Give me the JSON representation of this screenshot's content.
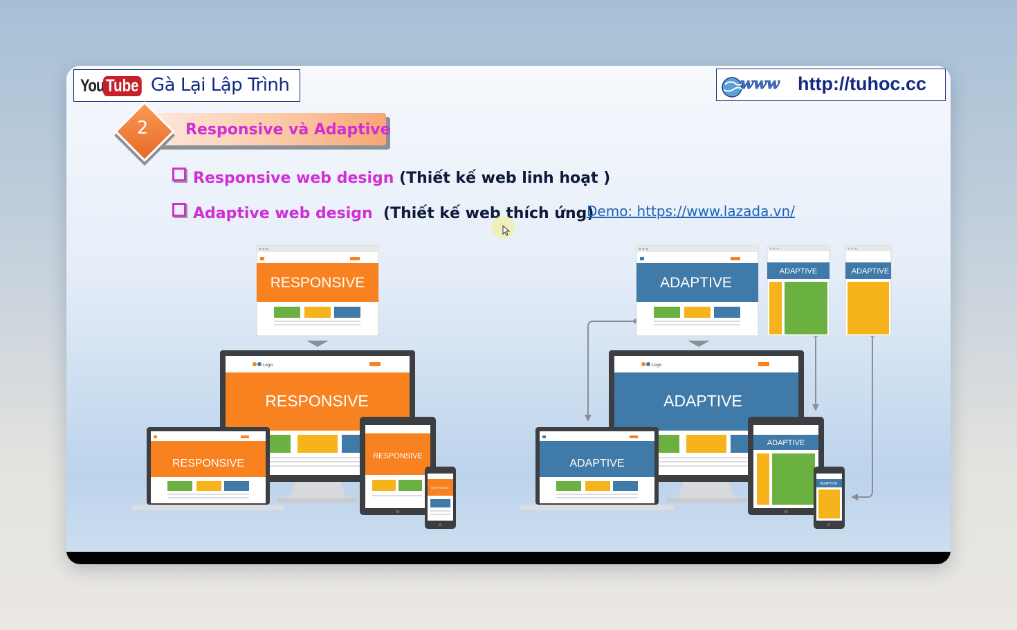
{
  "header": {
    "youtube_you": "You",
    "youtube_tube": "Tube",
    "channel_name": "Gà Lại Lập Trình",
    "www_label": "www",
    "site_url": "http://tuhoc.cc"
  },
  "section": {
    "number": "2",
    "title": "Responsive và Adaptive"
  },
  "bullets": [
    {
      "term": "Responsive web design",
      "description": "(Thiết kế web linh hoạt )"
    },
    {
      "term": "Adaptive web design",
      "description": "(Thiết kế web thích ứng)"
    }
  ],
  "demo_link": "Demo: https://www.lazada.vn/",
  "illustrations": {
    "responsive_label": "RESPONSIVE",
    "adaptive_label": "ADAPTIVE",
    "logo_text": "Logo"
  },
  "colors": {
    "responsive_orange": "#f7821f",
    "adaptive_blue": "#3f7aa8",
    "green": "#6ab141",
    "yellow": "#f7b31b",
    "tile_blue": "#3f7aa8",
    "accent_pink": "#d12ed6",
    "title_navy": "#122a86"
  }
}
